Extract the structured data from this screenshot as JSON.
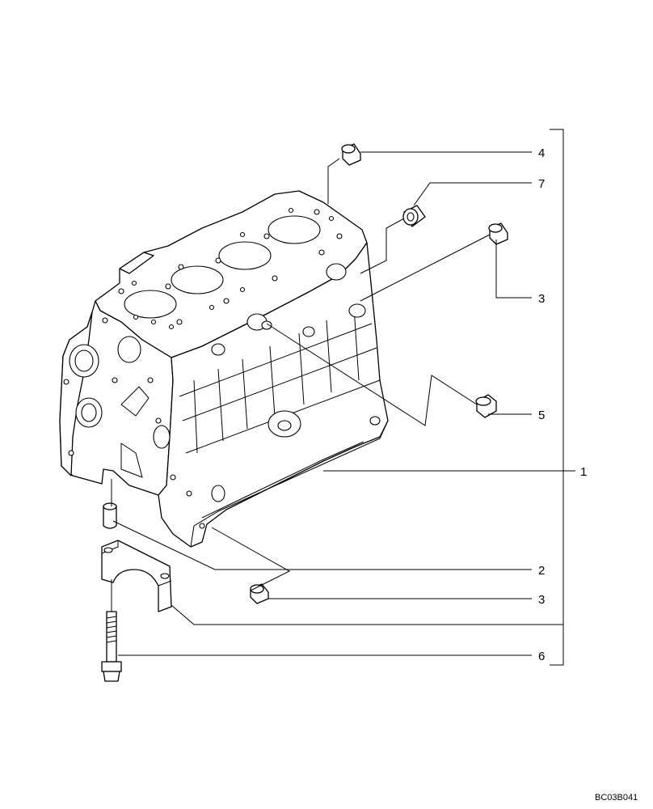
{
  "callouts": [
    {
      "id": "c4",
      "label": "4"
    },
    {
      "id": "c7",
      "label": "7"
    },
    {
      "id": "c3a",
      "label": "3"
    },
    {
      "id": "c5",
      "label": "5"
    },
    {
      "id": "c1",
      "label": "1"
    },
    {
      "id": "c2",
      "label": "2"
    },
    {
      "id": "c3b",
      "label": "3"
    },
    {
      "id": "c6",
      "label": "6"
    }
  ],
  "drawing_code": "BC03B041"
}
